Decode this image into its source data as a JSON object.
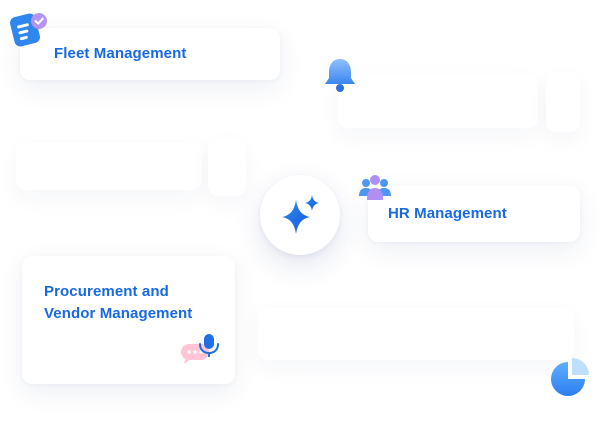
{
  "cards": {
    "fleet": {
      "label": "Fleet Management"
    },
    "hr": {
      "label": "HR Management"
    },
    "procurement": {
      "label_line1": "Procurement and",
      "label_line2": "Vendor Management"
    }
  },
  "icons": {
    "fleet": "document-list-icon",
    "bell": "bell-icon",
    "hr": "people-group-icon",
    "center": "sparkle-icon",
    "mic": "microphone-icon",
    "chat": "chat-bubble-icon",
    "pie": "pie-chart-icon"
  },
  "colors": {
    "accent": "#1769e6",
    "icon_blue": "#3b8df0",
    "icon_purple": "#a98bf0"
  }
}
